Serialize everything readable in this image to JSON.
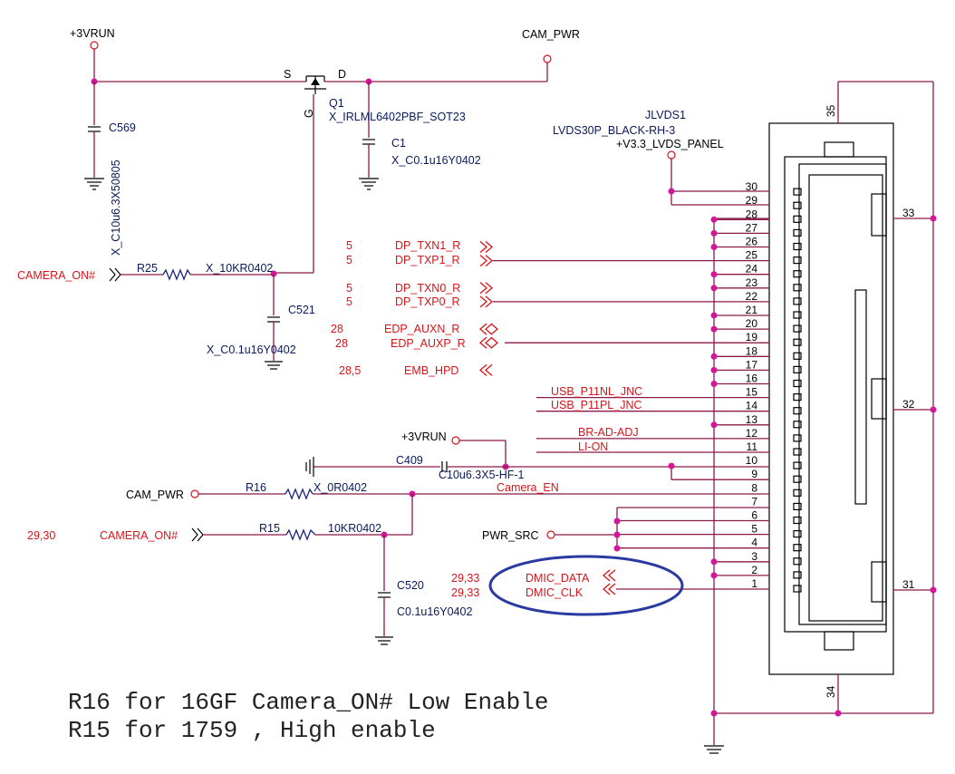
{
  "power": {
    "v3run_top": "+3VRUN",
    "cam_pwr_top": "CAM_PWR",
    "v33_lvds": "+V3.3_LVDS_PANEL",
    "v3run_mid": "+3VRUN",
    "cam_pwr_left": "CAM_PWR",
    "pwr_src": "PWR_SRC"
  },
  "q1": {
    "ref": "Q1",
    "part": "X_IRLML6402PBF_SOT23",
    "s": "S",
    "d": "D",
    "g": "G"
  },
  "caps": {
    "c569_ref": "C569",
    "c569_val": "X_C10u6.3X50805",
    "c1_ref": "C1",
    "c1_val": "X_C0.1u16Y0402",
    "c521_ref": "C521",
    "c521_val": "X_C0.1u16Y0402",
    "c409_ref": "C409",
    "c409_val": "C10u6.3X5-HF-1",
    "c520_ref": "C520",
    "c520_val": "C0.1u16Y0402"
  },
  "resistors": {
    "r25_ref": "R25",
    "r25_val": "X_10KR0402",
    "r16_ref": "R16",
    "r16_val": "X_0R0402",
    "r15_ref": "R15",
    "r15_val": "10KR0402"
  },
  "connector": {
    "ref": "JLVDS1",
    "part": "LVDS30P_BLACK-RH-3"
  },
  "signals": {
    "camera_on_top": "CAMERA_ON#",
    "camera_on_bottom": "CAMERA_ON#",
    "camera_on_bottom_page": "29,30",
    "camera_en": "Camera_EN",
    "br_ad_adj": "BR-AD-ADJ",
    "li_on": "LI-ON",
    "usb_nl": "USB_P11NL_JNC",
    "usb_pl": "USB_P11PL_JNC",
    "dp_txn1": "DP_TXN1_R",
    "dp_txn1_page": "5",
    "dp_txp1": "DP_TXP1_R",
    "dp_txp1_page": "5",
    "dp_txn0": "DP_TXN0_R",
    "dp_txn0_page": "5",
    "dp_txp0": "DP_TXP0_R",
    "dp_txp0_page": "5",
    "edp_auxn": "EDP_AUXN_R",
    "edp_auxn_page": "28",
    "edp_auxp": "EDP_AUXP_R",
    "edp_auxp_page": "28",
    "emb_hpd": "EMB_HPD",
    "emb_hpd_page": "28,5",
    "dmic_data": "DMIC_DATA",
    "dmic_data_page": "29,33",
    "dmic_clk": "DMIC_CLK",
    "dmic_clk_page": "29,33"
  },
  "pins": [
    "1",
    "2",
    "3",
    "4",
    "5",
    "6",
    "7",
    "8",
    "9",
    "10",
    "11",
    "12",
    "13",
    "14",
    "15",
    "16",
    "17",
    "18",
    "19",
    "20",
    "21",
    "22",
    "23",
    "24",
    "25",
    "26",
    "27",
    "28",
    "29",
    "30"
  ],
  "pins_side": {
    "p31": "31",
    "p32": "32",
    "p33": "33",
    "p34": "34",
    "p35": "35"
  },
  "notes": {
    "line1": "R16 for 16GF Camera_ON#  Low  Enable",
    "line2": "R15  for 1759 , High enable"
  },
  "colors": {
    "net_label": "#d8141a",
    "component_text": "#0a1a5c",
    "wire": "#8b1a4a",
    "junction": "#d4169a",
    "highlight": "#2a3aa0"
  }
}
